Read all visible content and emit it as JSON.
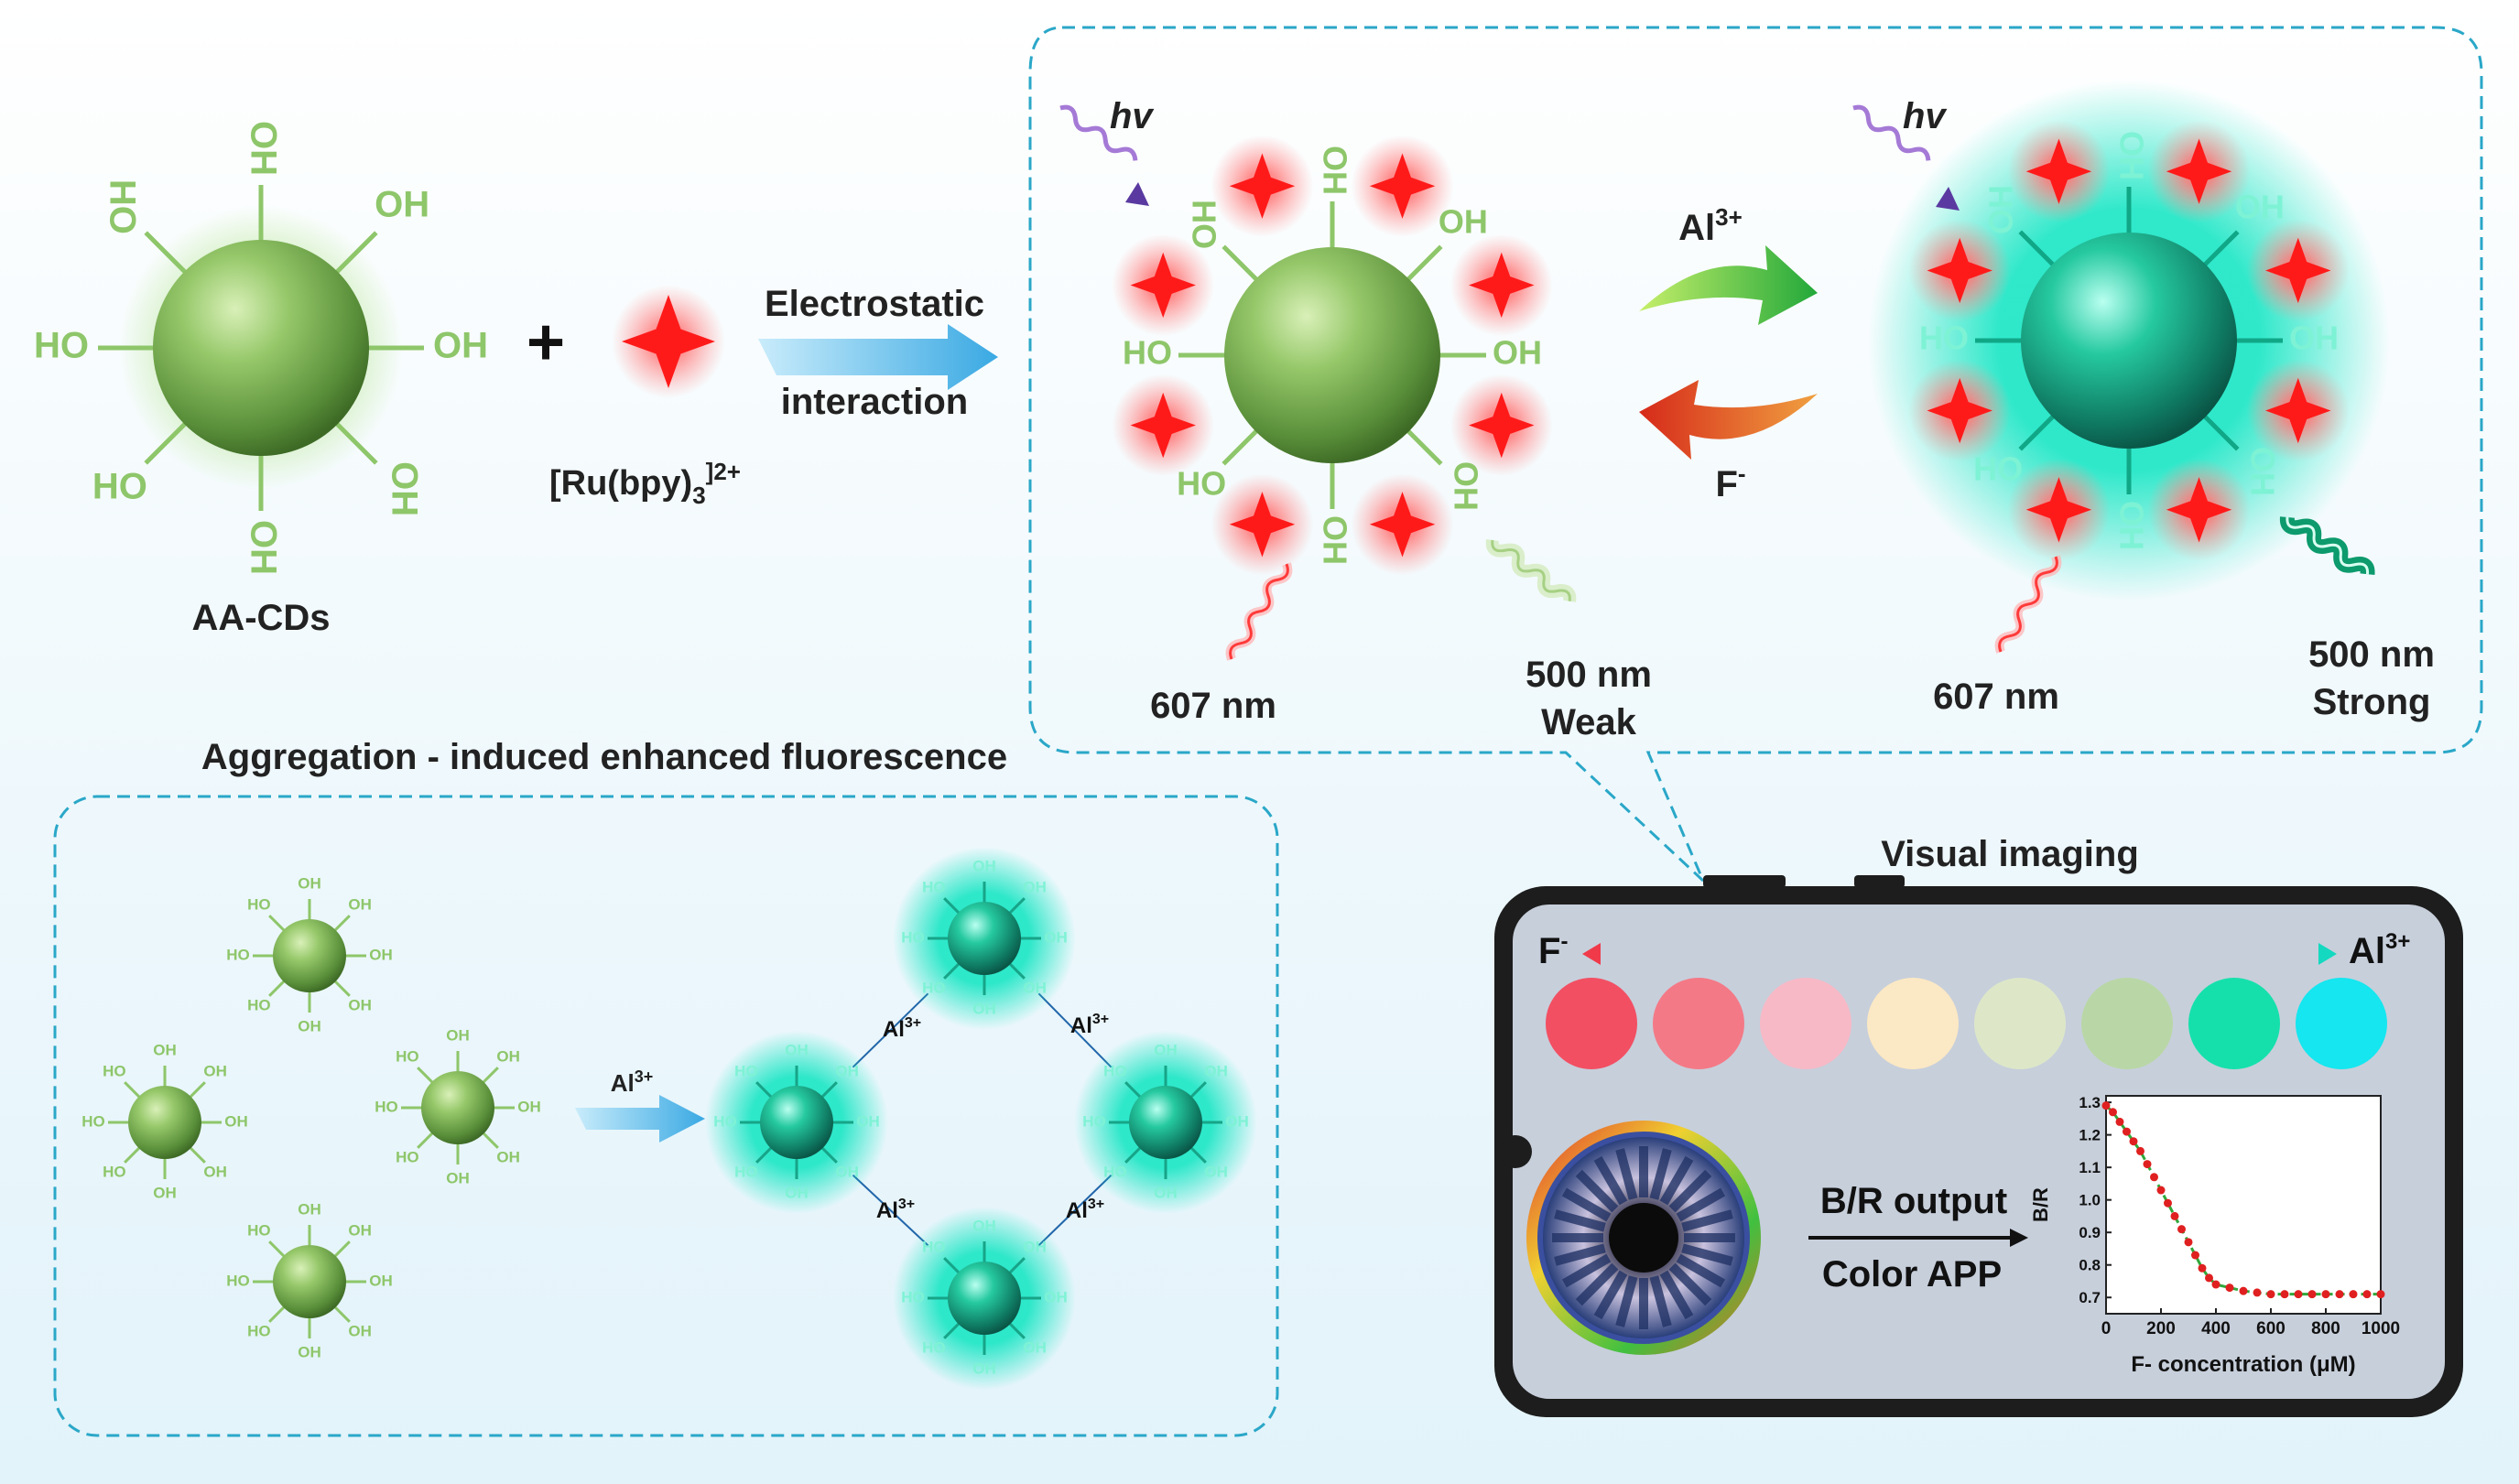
{
  "colors": {
    "cd_green": "#8ec66a",
    "ru_red": "#ff2a2a",
    "teal": "#10c9a6",
    "arrow_blue": "#6cc8ee",
    "dash_blue": "#2aa7c8",
    "phone_dark": "#1d1d1d",
    "phone_screen": "#c7cfdb"
  },
  "reaction": {
    "cd_label": "AA-CDs",
    "ru_label_main": "[Ru(bpy)",
    "ru_label_sub": "3",
    "ru_label_sup": "]2+",
    "arrow_label_1": "Electrostatic",
    "arrow_label_2": "interaction",
    "plus": "+"
  },
  "groups": {
    "oh": "OH",
    "ho": "HO"
  },
  "light": {
    "hv": "hv"
  },
  "panel_top": {
    "al_label": "Al",
    "al_charge": "3+",
    "f_label": "F",
    "f_charge": "-",
    "left_red": "607 nm",
    "left_green_1": "500 nm",
    "left_green_2": "Weak",
    "right_red": "607 nm",
    "right_green_1": "500 nm",
    "right_green_2": "Strong"
  },
  "aggregation": {
    "title": "Aggregation - induced enhanced fluorescence",
    "arrow_label": "Al",
    "arrow_charge": "3+",
    "bridge_label": "Al",
    "bridge_charge": "3+"
  },
  "phone": {
    "title": "Visual imaging",
    "left_ion": "F",
    "left_charge": "-",
    "right_ion": "Al",
    "right_charge": "3+",
    "swatches": [
      "#f24f63",
      "#f47986",
      "#f7b9c6",
      "#fbe8c4",
      "#dde7c8",
      "#b9d7a6",
      "#15e0ac",
      "#15e6ef"
    ],
    "output_1": "B/R output",
    "output_2": "Color APP"
  },
  "chart_data": {
    "type": "line",
    "xlabel": "F- concentration (μM)",
    "ylabel": "B/R",
    "xlim": [
      0,
      1000
    ],
    "ylim": [
      0.65,
      1.32
    ],
    "xticks": [
      0,
      200,
      400,
      600,
      800,
      1000
    ],
    "yticks": [
      0.7,
      0.8,
      0.9,
      1.0,
      1.1,
      1.2,
      1.3
    ],
    "series": [
      {
        "x": [
          0,
          25,
          50,
          75,
          100,
          125,
          150,
          175,
          200,
          225,
          250,
          275,
          300,
          325,
          350,
          375,
          400,
          450,
          500,
          550,
          600,
          650,
          700,
          750,
          800,
          850,
          900,
          950,
          1000
        ],
        "values": [
          1.29,
          1.27,
          1.24,
          1.21,
          1.18,
          1.15,
          1.11,
          1.07,
          1.03,
          0.99,
          0.95,
          0.91,
          0.87,
          0.83,
          0.79,
          0.76,
          0.74,
          0.73,
          0.72,
          0.715,
          0.71,
          0.71,
          0.71,
          0.71,
          0.71,
          0.71,
          0.71,
          0.71,
          0.71
        ]
      }
    ]
  }
}
